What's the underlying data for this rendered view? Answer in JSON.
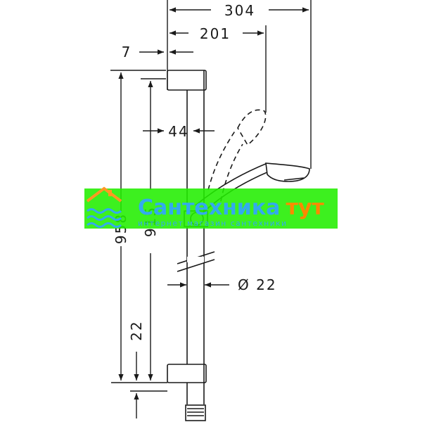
{
  "dimensions": {
    "overall_width": "304",
    "handshower_offset": "201",
    "wall_offset": "7",
    "bar_spacing": "44",
    "total_height": "958",
    "bar_length": "915",
    "bottom_offset": "22",
    "diameter": "Ø 22"
  },
  "watermark": {
    "title_part1": "Сантехника",
    "title_part2": "тут",
    "subtitle": "интернет магазин сантехники"
  },
  "colors": {
    "line": "#1a1a1a",
    "banner_green": "#22ee00",
    "banner_blue": "#33aaee",
    "banner_orange": "#ff8800",
    "logo_orange": "#ff9922"
  }
}
